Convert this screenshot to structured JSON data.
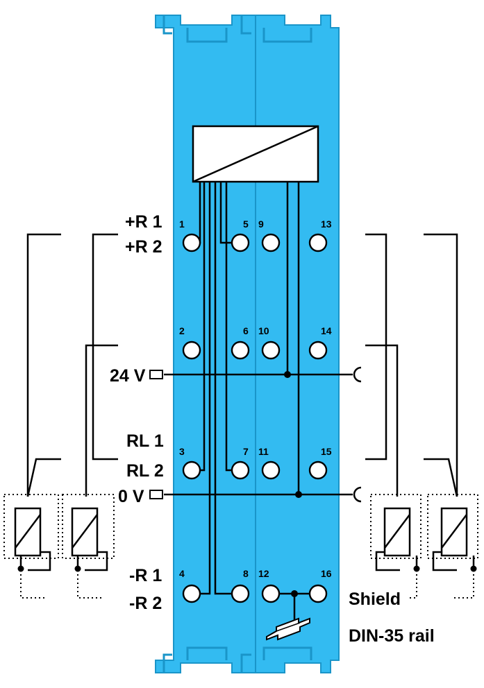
{
  "colors": {
    "module_blue": "#33bbf1",
    "module_edge": "#1a95c9",
    "wire": "#000000"
  },
  "terminal_numbers": [
    "1",
    "5",
    "9",
    "13",
    "2",
    "6",
    "10",
    "14",
    "3",
    "7",
    "11",
    "15",
    "4",
    "8",
    "12",
    "16"
  ],
  "signals": {
    "plus_r1": "+R 1",
    "plus_r2": "+R 2",
    "supply_24v": "24 V",
    "rl1": "RL 1",
    "rl2": "RL 2",
    "zero_v": "0 V",
    "minus_r1": "-R 1",
    "minus_r2": "-R 2"
  },
  "legend": {
    "shield": "Shield",
    "rail": "DIN-35 rail"
  },
  "icons": [
    "converter-block-icon",
    "din-rail-icon",
    "resistor-icon",
    "connector-socket-icon"
  ]
}
